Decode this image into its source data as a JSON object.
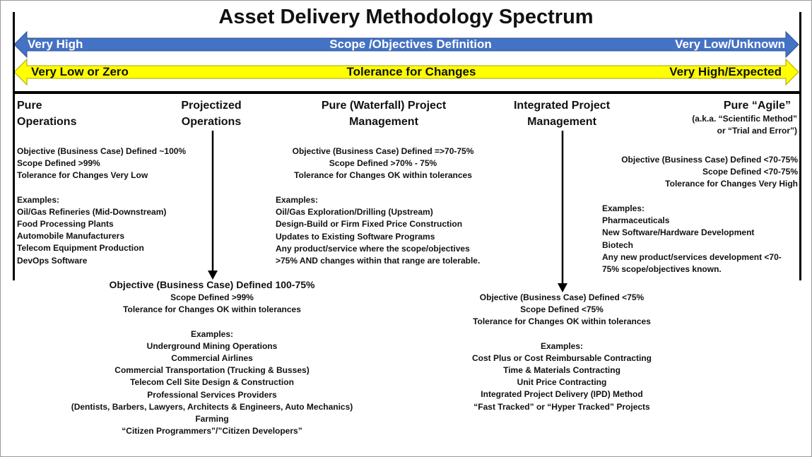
{
  "title": "Asset Delivery Methodology Spectrum",
  "scope_arrow": {
    "left": "Very High",
    "center": "Scope /Objectives Definition",
    "right": "Very Low/Unknown",
    "color": "#4472C4"
  },
  "tolerance_arrow": {
    "left": "Very Low or Zero",
    "center": "Tolerance for Changes",
    "right": "Very High/Expected",
    "color": "#FFFF00"
  },
  "columns": {
    "pure_ops": {
      "title": [
        "Pure",
        "Operations"
      ],
      "criteria": [
        "Objective (Business Case) Defined ~100%",
        "Scope Defined >99%",
        "Tolerance for Changes Very Low"
      ],
      "examples_label": "Examples:",
      "examples": [
        "Oil/Gas Refineries (Mid-Downstream)",
        "Food Processing Plants",
        "Automobile Manufacturers",
        "Telecom Equipment Production",
        "DevOps Software"
      ]
    },
    "projectized_ops": {
      "title": [
        "Projectized",
        "Operations"
      ],
      "criteria": [
        "Objective (Business Case) Defined 100-75%",
        "Scope Defined >99%",
        "Tolerance for Changes OK within tolerances"
      ],
      "examples_label": "Examples:",
      "examples": [
        "Underground Mining Operations",
        "Commercial Airlines",
        "Commercial Transportation (Trucking & Busses)",
        "Telecom Cell Site Design & Construction",
        "Professional Services Providers",
        "(Dentists, Barbers, Lawyers, Architects & Engineers, Auto Mechanics)",
        "Farming",
        "“Citizen Programmers”/”Citizen Developers”"
      ]
    },
    "waterfall": {
      "title": [
        "Pure (Waterfall) Project",
        "Management"
      ],
      "criteria": [
        "Objective (Business Case) Defined =>70-75%",
        "Scope Defined >70% - 75%",
        "Tolerance for Changes OK within tolerances"
      ],
      "examples_label": "Examples:",
      "examples": [
        "Oil/Gas Exploration/Drilling (Upstream)",
        "Design-Build or Firm Fixed Price Construction",
        "Updates to Existing Software Programs",
        "Any product/service where the scope/objectives",
        ">75% AND changes within that range are tolerable."
      ]
    },
    "integrated": {
      "title": [
        "Integrated Project",
        "Management"
      ],
      "criteria": [
        "Objective (Business Case) Defined <75%",
        "Scope Defined <75%",
        "Tolerance for Changes OK within tolerances"
      ],
      "examples_label": "Examples:",
      "examples": [
        "Cost Plus or Cost Reimbursable Contracting",
        "Time & Materials Contracting",
        "Unit Price Contracting",
        "Integrated Project Delivery (IPD) Method",
        "“Fast Tracked” or “Hyper Tracked” Projects"
      ]
    },
    "agile": {
      "title": [
        "Pure “Agile”"
      ],
      "aka": [
        "(a.k.a. “Scientific Method”",
        "or “Trial and Error”)"
      ],
      "criteria": [
        "Objective (Business Case) Defined <70-75%",
        "Scope Defined <70-75%",
        "Tolerance for Changes Very High"
      ],
      "examples_label": "Examples:",
      "examples": [
        "Pharmaceuticals",
        "New Software/Hardware Development",
        "Biotech",
        "Any new product/services development <70-",
        "75% scope/objectives known."
      ]
    }
  }
}
